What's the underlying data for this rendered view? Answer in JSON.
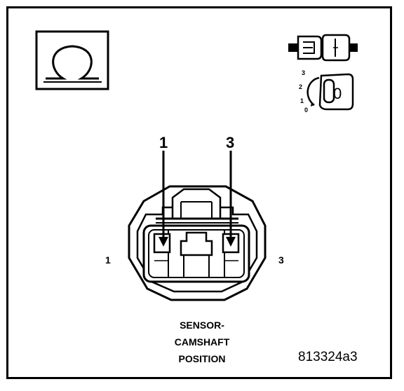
{
  "diagram": {
    "meter_symbol": "Ω",
    "ignition_key": {
      "positions": [
        "3",
        "2",
        "1",
        "0"
      ],
      "key_label": "0"
    },
    "connector": {
      "top_labels": {
        "left": "1",
        "right": "3"
      },
      "side_labels": {
        "left": "1",
        "right": "3"
      }
    },
    "caption": {
      "line1": "SENSOR-",
      "line2": "CAMSHAFT",
      "line3": "POSITION"
    },
    "figure_id": "813324a3"
  },
  "colors": {
    "ink": "#000000",
    "paper": "#ffffff"
  }
}
